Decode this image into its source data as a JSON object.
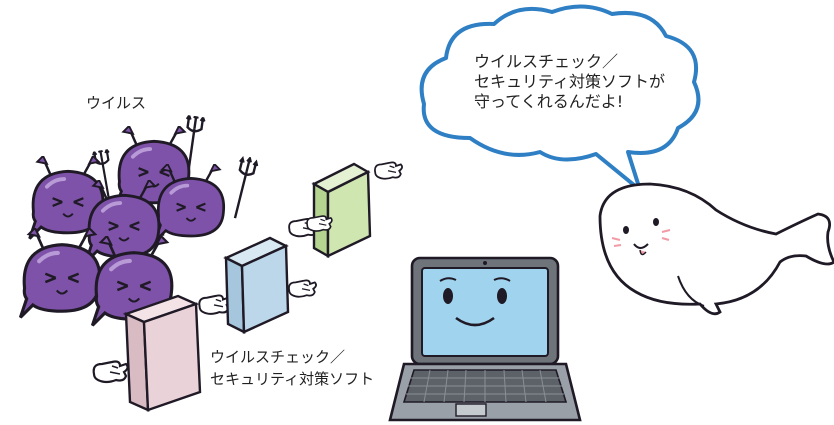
{
  "labels": {
    "virus": "ウイルス",
    "security_software": [
      "ウイルスチェック／",
      "セキュリティ対策ソフト"
    ],
    "speech": [
      "ウイルスチェック／",
      "セキュリティ対策ソフトが",
      "守ってくれるんだよ!"
    ]
  },
  "colors": {
    "virus_body": "#7e52a8",
    "virus_outline": "#1f1a26",
    "wall_pink": "#ead3d8",
    "wall_blue": "#bcd7ea",
    "wall_green": "#cfe6b0",
    "bubble_stroke": "#2f7fc4",
    "laptop_screen": "#9fd3ee",
    "laptop_body": "#8a8f96",
    "seal_body": "#ffffff"
  },
  "icons": [
    "virus-monster-icon",
    "trident-icon",
    "security-wall-icon",
    "glove-hand-icon",
    "laptop-icon",
    "seal-mascot-icon",
    "speech-bubble-icon"
  ]
}
